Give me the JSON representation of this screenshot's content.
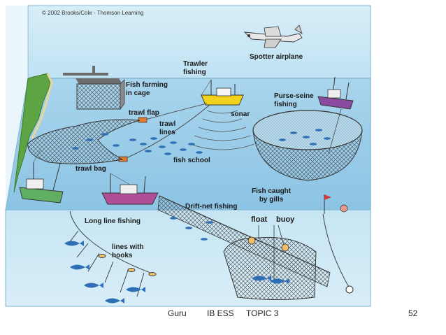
{
  "copyright": "© 2002 Brooks/Cole - Thomson Learning",
  "labels": {
    "spotter_airplane": "Spotter airplane",
    "trawler_fishing": [
      "Trawler",
      "fishing"
    ],
    "fish_farming": [
      "Fish farming",
      "in cage"
    ],
    "purse_seine": [
      "Purse-seine",
      "fishing"
    ],
    "trawl_flap": "trawl flap",
    "trawl_lines": [
      "trawl",
      "lines"
    ],
    "sonar": "sonar",
    "fish_school": "fish school",
    "trawl_bag": "trawl bag",
    "fish_caught": [
      "Fish caught",
      "by gills"
    ],
    "drift_net": "Drift-net fishing",
    "float": "float",
    "buoy": "buoy",
    "long_line": "Long line fishing",
    "lines_hooks": [
      "lines with",
      "hooks"
    ]
  },
  "footer": {
    "author": "Guru",
    "course": "IB ESS",
    "topic": "TOPIC 3",
    "page": "52"
  },
  "colors": {
    "sky": "#cfe9f6",
    "sea_surface": "#a7d3ec",
    "deep_sea": "#bfe1f3",
    "land": "#4f9a3c",
    "fish": "#2e6fb5",
    "net": "#555555",
    "boat_yellow": "#f2d21b",
    "boat_purple": "#8a4a9e",
    "boat_green": "#5fae61",
    "boat_magenta": "#b04f97"
  }
}
